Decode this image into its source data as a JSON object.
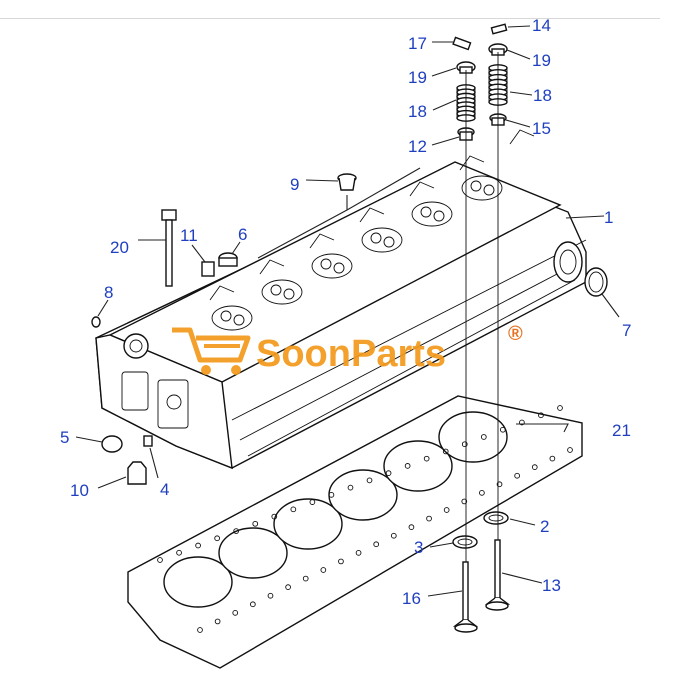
{
  "watermark": {
    "text": "SoonParts",
    "registered": "®"
  },
  "callouts": {
    "c1": "1",
    "c2": "2",
    "c3": "3",
    "c4": "4",
    "c5": "5",
    "c6": "6",
    "c7": "7",
    "c8": "8",
    "c9": "9",
    "c10": "10",
    "c11": "11",
    "c12": "12",
    "c13": "13",
    "c14": "14",
    "c15": "15",
    "c16": "16",
    "c17": "17",
    "c18a": "18",
    "c18b": "18",
    "c19a": "19",
    "c19b": "19",
    "c20": "20",
    "c21": "21"
  },
  "colors": {
    "callout": "#1f3fbf",
    "watermark": "#f39a1b"
  }
}
